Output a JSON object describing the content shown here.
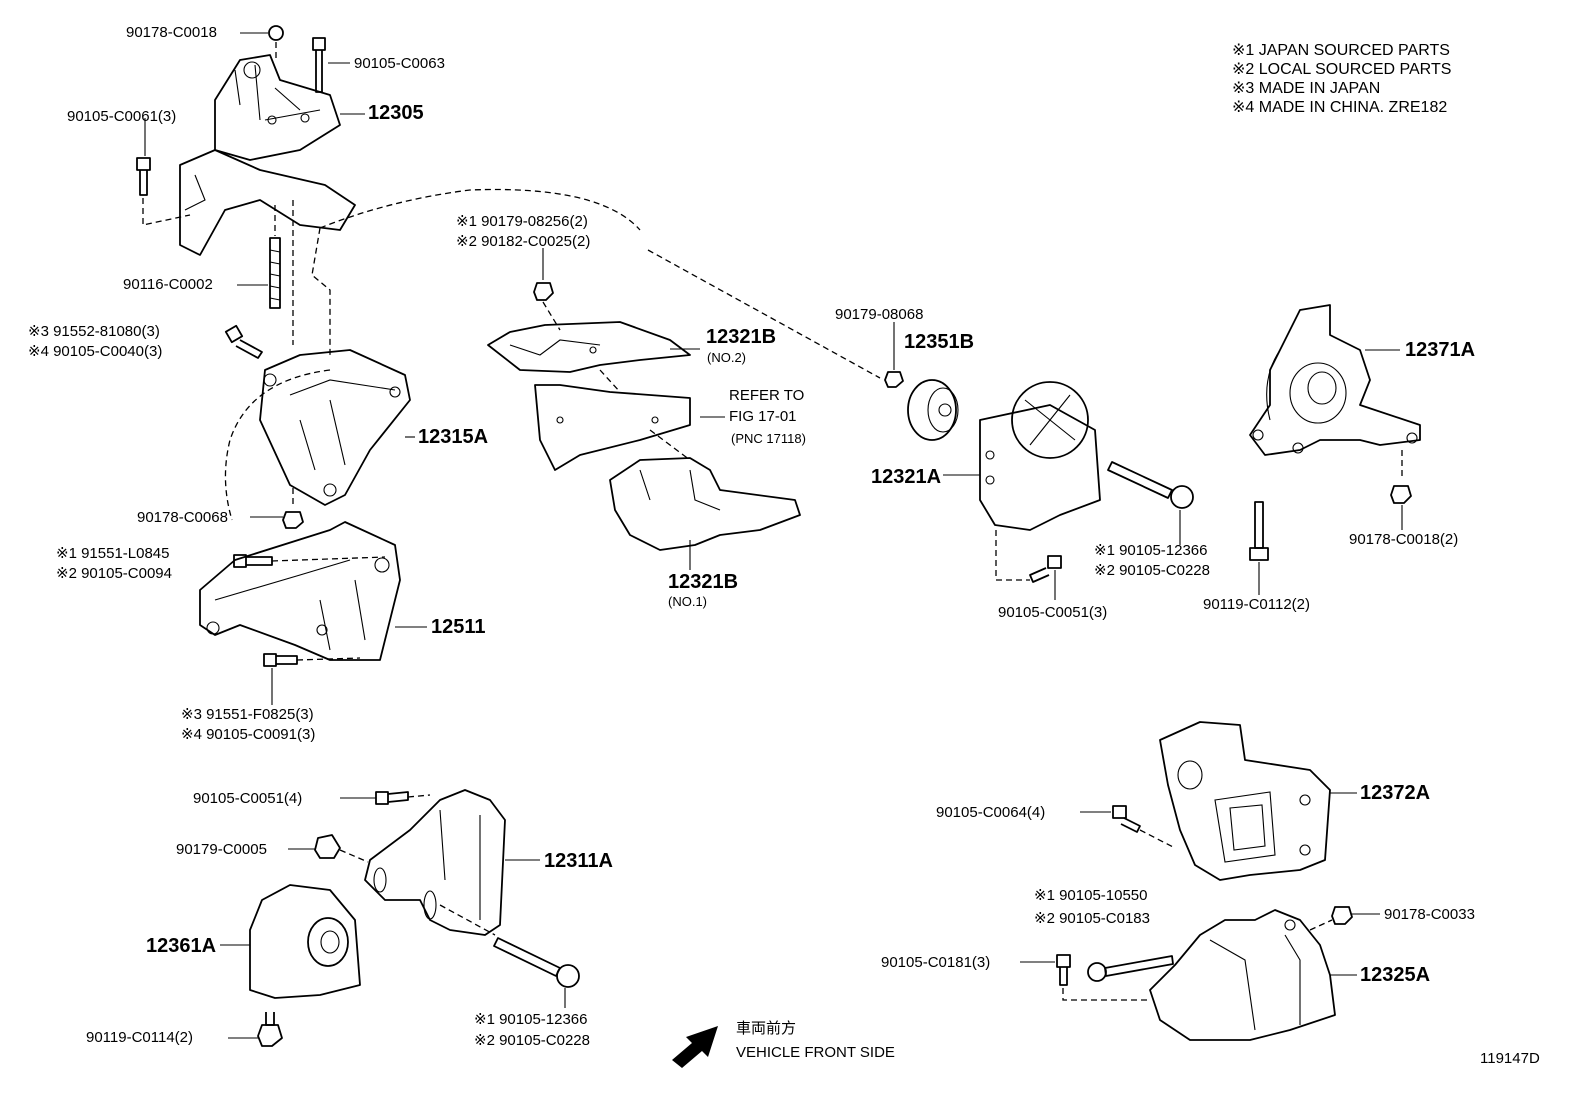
{
  "notes": [
    "※1 JAPAN SOURCED PARTS",
    "※2 LOCAL SOURCED PARTS",
    "※3 MADE IN JAPAN",
    "※4 MADE IN CHINA. ZRE182"
  ],
  "labels": {
    "p90178_C0018": "90178-C0018",
    "p90105_C0063": "90105-C0063",
    "p90105_C0061": "90105-C0061(3)",
    "p12305": "12305",
    "p90116_C0002": "90116-C0002",
    "p91552_81080": "※3 91552-81080(3)",
    "p90105_C0040": "※4 90105-C0040(3)",
    "p12315A": "12315A",
    "p90178_C0068": "90178-C0068",
    "p91551_L0845": "※1 91551-L0845",
    "p90105_C0094": "※2 90105-C0094",
    "p12511": "12511",
    "p91551_F0825": "※3 91551-F0825(3)",
    "p90105_C0091": "※4 90105-C0091(3)",
    "p90179_08256": "※1 90179-08256(2)",
    "p90182_C0025": "※2 90182-C0025(2)",
    "p12321B_2": "12321B",
    "p12321B_2_sub": "(NO.2)",
    "refer1": "REFER TO",
    "refer2": "FIG 17-01",
    "refer3": "(PNC 17118)",
    "p12321B_1": "12321B",
    "p12321B_1_sub": "(NO.1)",
    "p90179_08068": "90179-08068",
    "p12351B": "12351B",
    "p12321A": "12321A",
    "p90105_12366_a": "※1 90105-12366",
    "p90105_C0228_a": "※2 90105-C0228",
    "p90105_C0051_3": "90105-C0051(3)",
    "p12371A": "12371A",
    "p90178_C0018_2": "90178-C0018(2)",
    "p90119_C0112": "90119-C0112(2)",
    "p90105_C0051_4": "90105-C0051(4)",
    "p90179_C0005": "90179-C0005",
    "p12311A": "12311A",
    "p12361A": "12361A",
    "p90119_C0114": "90119-C0114(2)",
    "p90105_12366_b": "※1 90105-12366",
    "p90105_C0228_b": "※2 90105-C0228",
    "p90105_C0064": "90105-C0064(4)",
    "p12372A": "12372A",
    "p90105_10550": "※1 90105-10550",
    "p90105_C0183": "※2 90105-C0183",
    "p90178_C0033": "90178-C0033",
    "p90105_C0181": "90105-C0181(3)",
    "p12325A": "12325A"
  },
  "front": {
    "jp": "車両前方",
    "en": "VEHICLE FRONT SIDE"
  },
  "figure_id": "119147D"
}
